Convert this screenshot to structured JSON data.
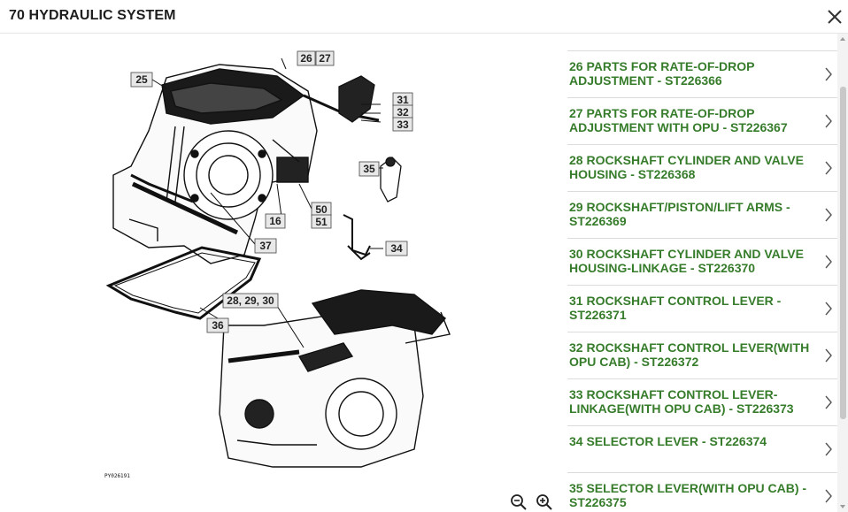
{
  "header": {
    "title": "70 HYDRAULIC SYSTEM"
  },
  "icons": {
    "close": "close-icon",
    "zoom_out": "zoom-out-icon",
    "zoom_in": "zoom-in-icon",
    "chevron": "chevron-right-icon"
  },
  "colors": {
    "accent_green": "#367c2b",
    "divider": "#dcdcdc"
  },
  "diagram": {
    "figure_id": "PY026191",
    "callouts": [
      "25",
      "26",
      "27",
      "31",
      "32",
      "33",
      "35",
      "16",
      "50",
      "51",
      "37",
      "34",
      "28, 29, 30",
      "36"
    ]
  },
  "parts": [
    {
      "label": "26 PARTS FOR RATE-OF-DROP ADJUSTMENT - ST226366"
    },
    {
      "label": "27 PARTS FOR RATE-OF-DROP ADJUSTMENT WITH OPU - ST226367"
    },
    {
      "label": "28 ROCKSHAFT CYLINDER AND VALVE HOUSING - ST226368"
    },
    {
      "label": "29 ROCKSHAFT/PISTON/LIFT ARMS - ST226369"
    },
    {
      "label": "30 ROCKSHAFT CYLINDER AND VALVE HOUSING-LINKAGE - ST226370"
    },
    {
      "label": "31 ROCKSHAFT CONTROL LEVER - ST226371"
    },
    {
      "label": "32 ROCKSHAFT CONTROL LEVER(WITH OPU CAB) - ST226372"
    },
    {
      "label": "33 ROCKSHAFT CONTROL LEVER-LINKAGE(WITH OPU CAB) - ST226373"
    },
    {
      "label": "34 SELECTOR LEVER - ST226374"
    },
    {
      "label": "35 SELECTOR LEVER(WITH OPU CAB) - ST226375"
    }
  ]
}
